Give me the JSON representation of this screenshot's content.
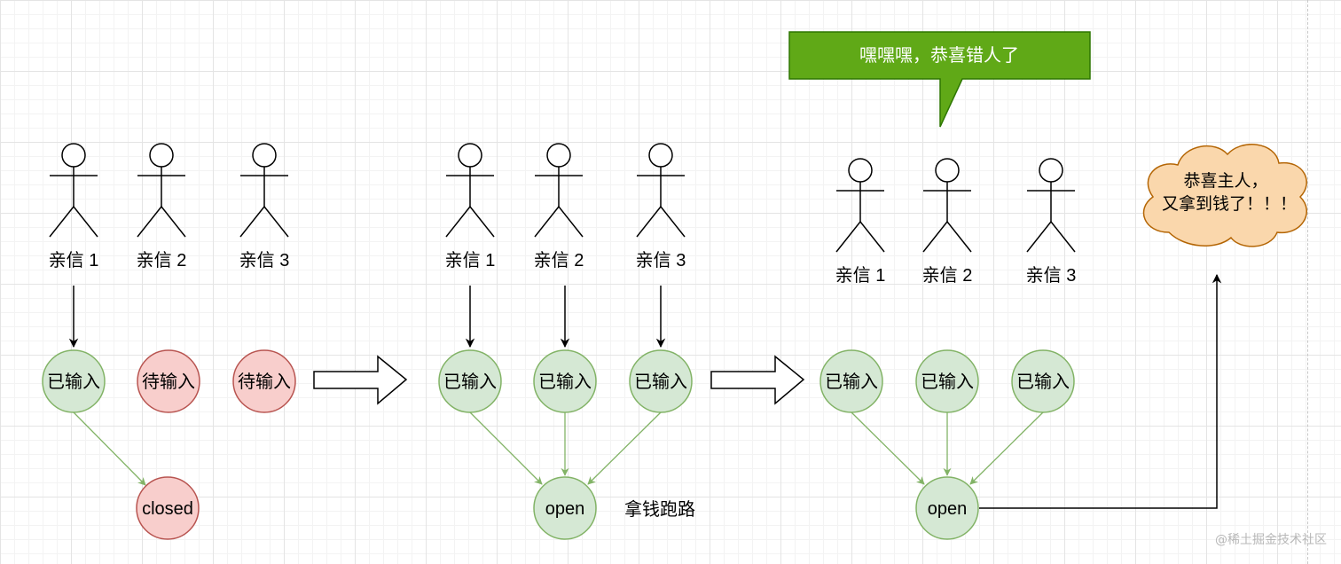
{
  "diagram": {
    "stages": [
      {
        "people": [
          {
            "label": "亲信 1"
          },
          {
            "label": "亲信 2"
          },
          {
            "label": "亲信 3"
          }
        ],
        "states": [
          {
            "label": "已输入",
            "status": "done"
          },
          {
            "label": "待输入",
            "status": "pending"
          },
          {
            "label": "待输入",
            "status": "pending"
          }
        ],
        "result": {
          "label": "closed",
          "status": "closed"
        }
      },
      {
        "people": [
          {
            "label": "亲信 1"
          },
          {
            "label": "亲信 2"
          },
          {
            "label": "亲信 3"
          }
        ],
        "states": [
          {
            "label": "已输入",
            "status": "done"
          },
          {
            "label": "已输入",
            "status": "done"
          },
          {
            "label": "已输入",
            "status": "done"
          }
        ],
        "result": {
          "label": "open",
          "status": "open"
        },
        "note": "拿钱跑路"
      },
      {
        "people": [
          {
            "label": "亲信 1"
          },
          {
            "label": "亲信 2"
          },
          {
            "label": "亲信 3"
          }
        ],
        "states": [
          {
            "label": "已输入",
            "status": "done"
          },
          {
            "label": "已输入",
            "status": "done"
          },
          {
            "label": "已输入",
            "status": "done"
          }
        ],
        "result": {
          "label": "open",
          "status": "open"
        }
      }
    ],
    "speech_bubble": "嘿嘿嘿，恭喜错人了",
    "cloud_lines": [
      "恭喜主人，",
      "又拿到钱了！！！"
    ],
    "watermark": "@稀土掘金技术社区",
    "colors": {
      "done_fill": "#d5e8d4",
      "done_stroke": "#82b366",
      "pending_fill": "#f8cecc",
      "pending_stroke": "#b85450",
      "bubble_fill": "#60a917",
      "bubble_stroke": "#2d7600",
      "cloud_fill": "#fad7ac",
      "cloud_stroke": "#b46504",
      "edge": "#000000",
      "green_edge": "#82b366"
    }
  }
}
